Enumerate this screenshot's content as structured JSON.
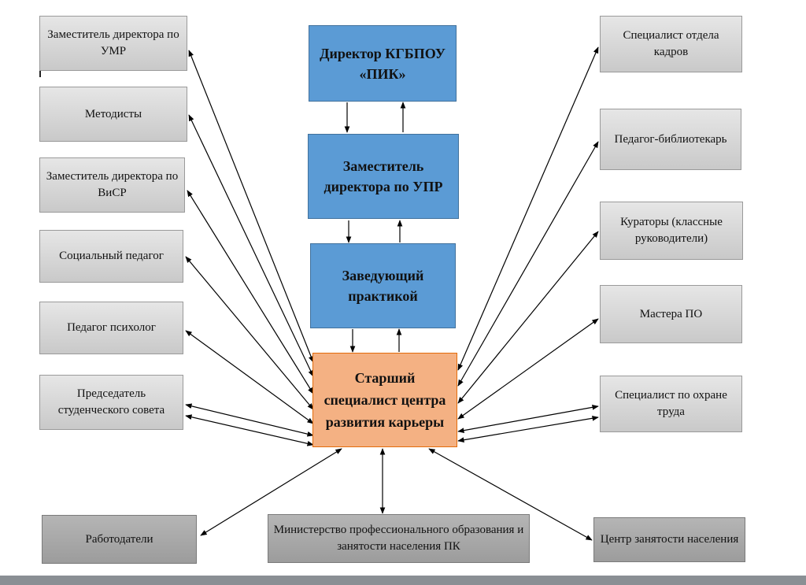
{
  "nodes": {
    "director": "Директор КГБПОУ «ПИК»",
    "deputy_upr": "Заместитель директора по УПР",
    "head_practice": "Заведующий практикой",
    "senior_specialist": "Старший специалист центра развития карьеры",
    "deputy_umr": "Заместитель директора по УМР",
    "methodists": "Методисты",
    "deputy_visr": "Заместитель директора по ВиСР",
    "social_pedagogue": "Социальный педагог",
    "psychologist": "Педагог психолог",
    "student_council": "Председатель студенческого совета",
    "hr_specialist": "Специалист отдела кадров",
    "librarian": "Педагог-библиотекарь",
    "curators": "Кураторы (классные руководители)",
    "masters": "Мастера ПО",
    "safety_specialist": "Специалист по охране труда",
    "employers": "Работодатели",
    "ministry": "Министерство профессионального образования и занятости населения ПК",
    "employment_center": "Центр занятости населения"
  },
  "colors": {
    "hierarchy_box": "#5b9bd5",
    "center_box": "#f4b183",
    "side_box": "#d9d9d9",
    "bottom_box": "#a6a6a6"
  }
}
